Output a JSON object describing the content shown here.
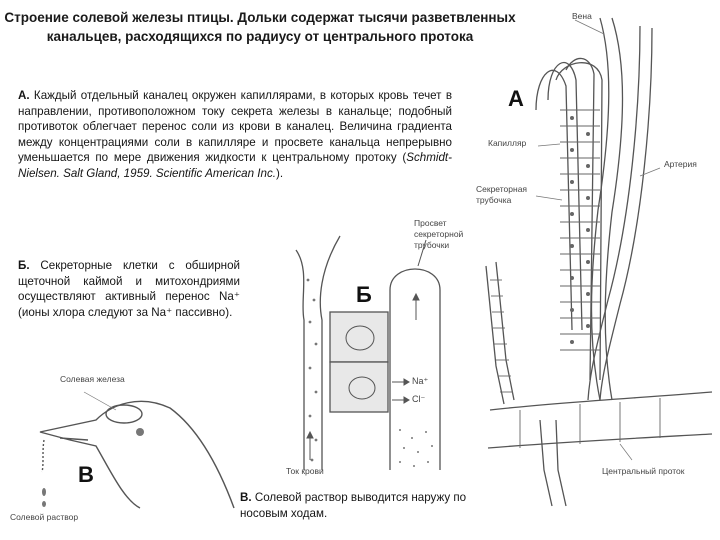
{
  "title": "Строение солевой железы птицы. Дольки содержат тысячи разветвленных канальцев, расходящихся по радиусу от центрального протока",
  "sections": {
    "a": {
      "marker": "А.",
      "text_pre": " Каждый отдельный каналец окружен капиллярами, в которых кровь течет в направлении, противоположном току секрета железы в канальце; подобный противоток облегчает перенос соли из крови в каналец. Величина градиента между концентрациями соли в капилляре и просвете канальца непрерывно уменьшается по мере движения жидкости к центральному протоку (",
      "citation": "Schmidt-Nielsen. Salt Gland, 1959. Scientific American Inc.",
      "text_post": ")."
    },
    "b": {
      "marker": "Б.",
      "text": " Секреторные клетки с обширной щеточной каймой и митохондриями осуществляют активный перенос Na⁺ (ионы хлора следуют за Na⁺ пассивно)."
    },
    "c": {
      "marker": "В.",
      "text": " Солевой раствор выводится наружу по носовым ходам."
    }
  },
  "figure_a": {
    "letter": "А",
    "labels": {
      "vein": "Вена",
      "capillary": "Капилляр",
      "artery": "Артерия",
      "secretory_tube": "Секреторная трубочка",
      "central_duct": "Центральный проток"
    }
  },
  "figure_b": {
    "letter": "Б",
    "labels": {
      "lumen": "Просвет секреторной трубочки",
      "na": "Na⁺",
      "cl": "Cl⁻",
      "blood_flow": "Ток крови"
    }
  },
  "figure_c": {
    "letter": "В",
    "labels": {
      "salt_gland": "Солевая железа",
      "salt_solution": "Солевой раствор"
    }
  },
  "colors": {
    "ink": "#1a1a1a",
    "drawing": "#555555",
    "label": "#444444"
  }
}
